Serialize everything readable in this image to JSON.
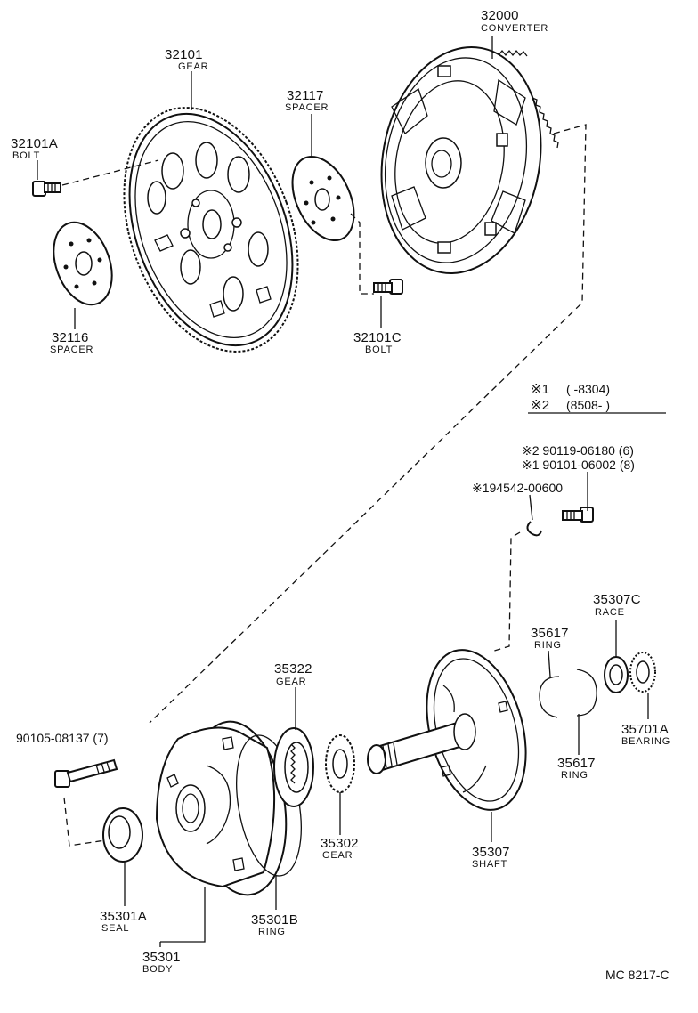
{
  "parts": {
    "converter": {
      "number": "32000",
      "name": "CONVERTER"
    },
    "gear": {
      "number": "32101",
      "name": "GEAR"
    },
    "spacer_32117": {
      "number": "32117",
      "name": "SPACER"
    },
    "bolt_a": {
      "number": "32101A",
      "name": "BOLT"
    },
    "spacer_32116": {
      "number": "32116",
      "name": "SPACER"
    },
    "bolt_c": {
      "number": "32101C",
      "name": "BOLT"
    },
    "bolt_opt2": {
      "text": "※2 90119-06180 (6)"
    },
    "bolt_opt1": {
      "text": "※1 90101-06002 (8)"
    },
    "clip": {
      "text": "※194542-00600"
    },
    "race": {
      "number": "35307C",
      "name": "RACE"
    },
    "ring_upper": {
      "number": "35617",
      "name": "RING"
    },
    "ring_lower": {
      "number": "35617",
      "name": "RING"
    },
    "bearing": {
      "number": "35701A",
      "name": "BEARING"
    },
    "driven_gear": {
      "number": "35322",
      "name": "GEAR"
    },
    "pump_bolt": {
      "text": "90105-08137 (7)"
    },
    "drive_gear": {
      "number": "35302",
      "name": "GEAR"
    },
    "shaft": {
      "number": "35307",
      "name": "SHAFT"
    },
    "seal": {
      "number": "35301A",
      "name": "SEAL"
    },
    "o_ring": {
      "number": "35301B",
      "name": "RING"
    },
    "body": {
      "number": "35301",
      "name": "BODY"
    }
  },
  "legend": {
    "row1_mark": "※1",
    "row1_range": "(        -8304)",
    "row2_mark": "※2",
    "row2_range": "(8508-          )"
  },
  "figure_code": "MC 8217-C"
}
